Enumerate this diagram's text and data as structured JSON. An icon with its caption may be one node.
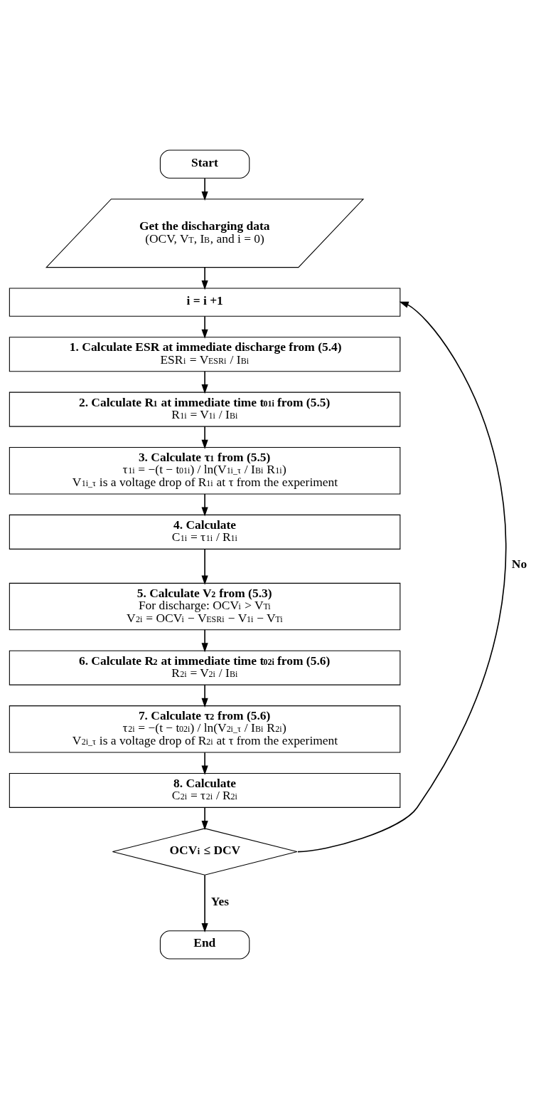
{
  "diagram": {
    "nodes": [
      {
        "text": [
          "Start"
        ]
      },
      {
        "text": [
          "Get the discharging data",
          "(OCV, V$_{T}$, I$_{B}$, and i = 0)"
        ]
      },
      {
        "text": [
          "i = i +1"
        ]
      },
      {
        "text": [
          "1. Calculate ESR at immediate discharge from (5.4)",
          "ESR$_{i}$ = V$_{ESRi}$ / I$_{Bi}$"
        ]
      },
      {
        "text": [
          "2. Calculate R$_{1}$ at immediate time t$_{01i}$ from (5.5)",
          "R$_{1i}$ = V$_{1i}$ / I$_{Bi}$"
        ]
      },
      {
        "text": [
          "3. Calculate τ$_{1}$ from (5.5)",
          "τ$_{1i}$ = −(t − t$_{01i}$) / ln(V$_{1i_τ}$ / I$_{Bi}$ R$_{1i}$)",
          "V$_{1i_τ}$ is a voltage drop of R$_{1i}$ at τ from the experiment"
        ]
      },
      {
        "text": [
          "4. Calculate",
          "C$_{1i}$ = τ$_{1i}$ / R$_{1i}$"
        ]
      },
      {
        "text": [
          "5. Calculate V$_{2}$ from (5.3)",
          "For discharge: OCV$_{i}$ > V$_{Ti}$",
          "V$_{2i}$ = OCV$_{i}$ − V$_{ESRi}$ − V$_{1i}$ − V$_{Ti}$"
        ]
      },
      {
        "text": [
          "6. Calculate R$_{2}$ at immediate time t$_{02i}$ from (5.6)",
          "R$_{2i}$ = V$_{2i}$ / I$_{Bi}$"
        ]
      },
      {
        "text": [
          "7. Calculate τ$_{2}$ from (5.6)",
          "τ$_{2i}$ = −(t − t$_{02i}$) / ln(V$_{2i_τ}$ / I$_{Bi}$ R$_{2i}$)",
          "V$_{2i_τ}$ is a voltage drop of R$_{2i}$ at τ from the experiment"
        ]
      },
      {
        "text": [
          "8. Calculate",
          "C$_{2i}$ = τ$_{2i}$ / R$_{2i}$"
        ]
      },
      {
        "text": [
          "OCV$_{i}$ ≤ DCV"
        ]
      },
      {
        "text": [
          "End"
        ]
      }
    ],
    "edges": [
      {
        "from": 0,
        "to": 1,
        "arrow": "to"
      },
      {
        "from": 1,
        "to": 2,
        "arrow": "to"
      },
      {
        "from": 2,
        "to": 3,
        "arrow": "to"
      },
      {
        "from": 3,
        "to": 4,
        "arrow": "to"
      },
      {
        "from": 4,
        "to": 5,
        "arrow": "to"
      },
      {
        "from": 5,
        "to": 6,
        "arrow": "to"
      },
      {
        "from": 6,
        "to": 7,
        "arrow": "to"
      },
      {
        "from": 7,
        "to": 8,
        "arrow": "to"
      },
      {
        "from": 8,
        "to": 9,
        "arrow": "to"
      },
      {
        "from": 9,
        "to": 10,
        "arrow": "to"
      },
      {
        "from": 10,
        "to": 11,
        "arrow": "to"
      },
      {
        "from": 11,
        "to": 12,
        "arrow": "to",
        "label": "Yes"
      },
      {
        "from": 11,
        "to": 2,
        "arrow": "to",
        "label": "No"
      }
    ]
  }
}
